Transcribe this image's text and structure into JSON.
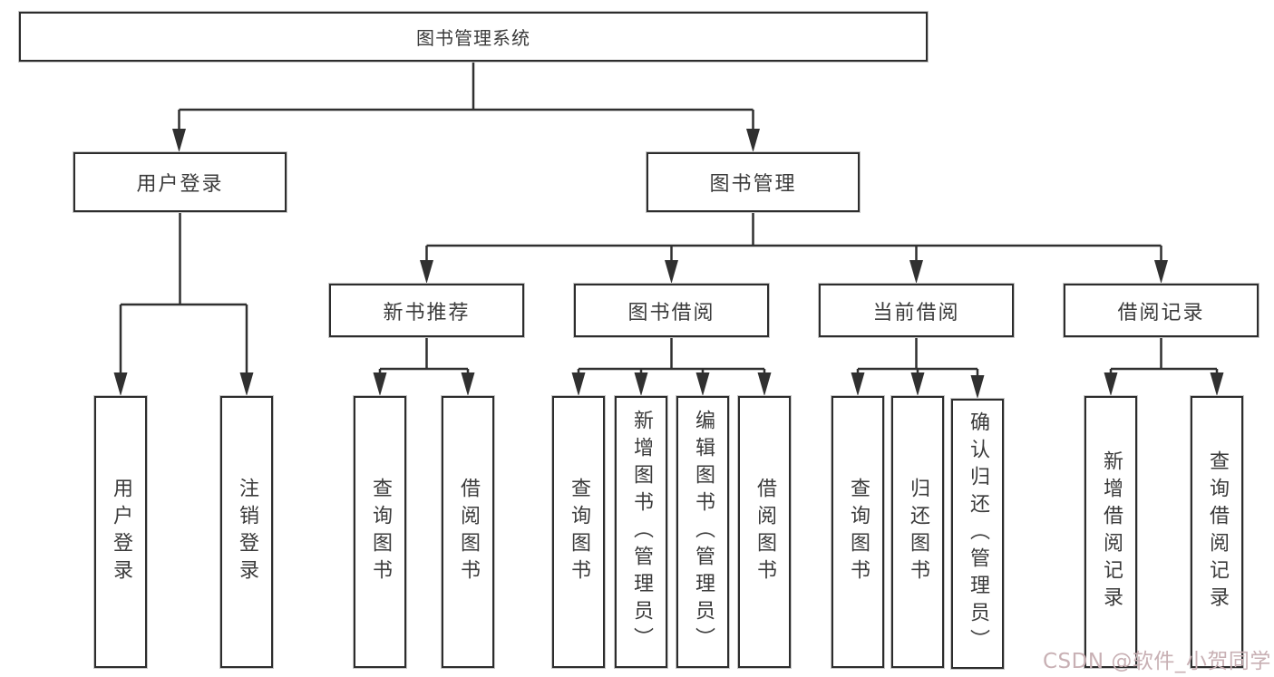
{
  "tree": {
    "root": {
      "label": "图书管理系统",
      "children": [
        {
          "label": "用户登录",
          "children": [
            {
              "label": "用户登录"
            },
            {
              "label": "注销登录"
            }
          ]
        },
        {
          "label": "图书管理",
          "children": [
            {
              "label": "新书推荐",
              "children": [
                {
                  "label": "查询图书"
                },
                {
                  "label": "借阅图书"
                }
              ]
            },
            {
              "label": "图书借阅",
              "children": [
                {
                  "label": "查询图书"
                },
                {
                  "label": "新增图书（管理员）"
                },
                {
                  "label": "编辑图书（管理员）"
                },
                {
                  "label": "借阅图书"
                }
              ]
            },
            {
              "label": "当前借阅",
              "children": [
                {
                  "label": "查询图书"
                },
                {
                  "label": "归还图书"
                },
                {
                  "label": "确认归还（管理员）"
                }
              ]
            },
            {
              "label": "借阅记录",
              "children": [
                {
                  "label": "新增借阅记录"
                },
                {
                  "label": "查询借阅记录"
                }
              ]
            }
          ]
        }
      ]
    }
  },
  "watermark": {
    "text": "CSDN @软件_小贺同学"
  },
  "colors": {
    "line": "#303030",
    "box_border": "#2d2d2d",
    "text": "#3b3b3b",
    "background": "#ffffff",
    "watermark": "#c8b0b4"
  }
}
